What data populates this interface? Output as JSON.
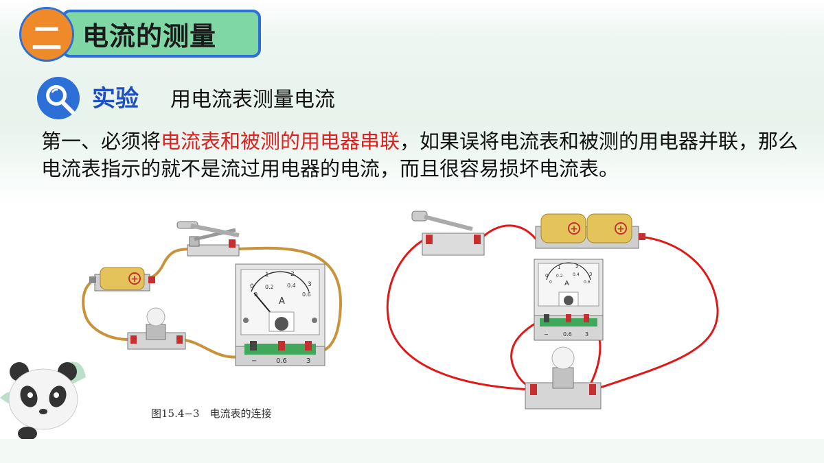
{
  "section": {
    "number": "二",
    "title": "电流的测量"
  },
  "experiment": {
    "label": "实验",
    "subtitle": "用电流表测量电流"
  },
  "paragraph": {
    "part1": "第一、必须将",
    "highlight": "电流表和被测的用电器串联",
    "part2": "，如果误将电流表和被测的用电器并联，那么电流表指示的就不是流过用电器的电流，而且很容易损坏电流表。"
  },
  "figure_left": {
    "caption": "图15.4−3　电流表的连接",
    "ammeter": {
      "unit": "A",
      "scale_top": [
        "0",
        "1",
        "2",
        "3"
      ],
      "scale_bottom": [
        "0",
        "0.2",
        "0.4",
        "0.6"
      ],
      "terminals": [
        "−",
        "0.6",
        "3"
      ]
    },
    "battery_symbol": "+"
  },
  "figure_right": {
    "ammeter": {
      "unit": "A",
      "scale_top": [
        "0",
        "1",
        "2",
        "3"
      ],
      "scale_bottom": [
        "0",
        "0.2",
        "0.4",
        "0.6"
      ],
      "terminals": [
        "−",
        "0.6",
        "3"
      ]
    },
    "battery_symbol": "+"
  },
  "colors": {
    "accent_blue": "#2c6fd6",
    "header_green": "#7fd7a6",
    "circle_orange": "#ef8a2b",
    "highlight_red": "#e11e1e",
    "wire_brown": "#c8933a",
    "wire_red": "#e01818"
  }
}
